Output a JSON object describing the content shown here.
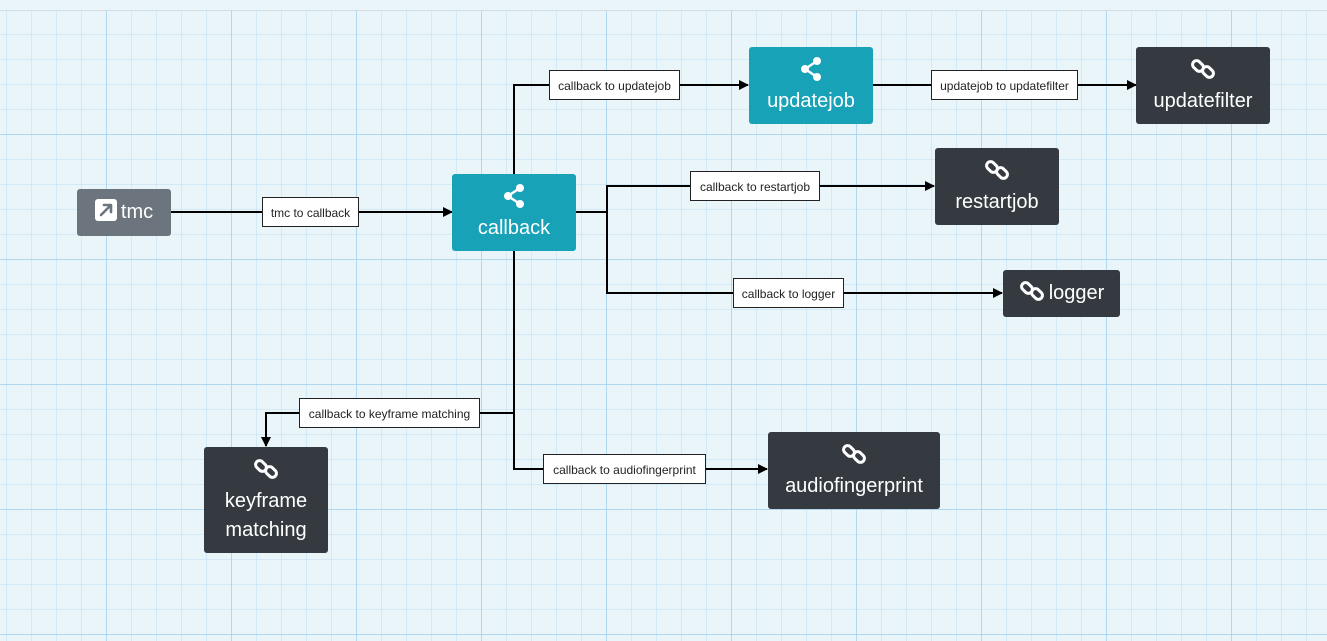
{
  "nodes": {
    "tmc": {
      "label": "tmc",
      "icon": "external-link-icon",
      "color": "#6c757d"
    },
    "callback": {
      "label": "callback",
      "icon": "share-icon",
      "color": "#17a2b8"
    },
    "updatejob": {
      "label": "updatejob",
      "icon": "share-icon",
      "color": "#17a2b8"
    },
    "updatefilter": {
      "label": "updatefilter",
      "icon": "link-icon",
      "color": "#343a40"
    },
    "restartjob": {
      "label": "restartjob",
      "icon": "link-icon",
      "color": "#343a40"
    },
    "logger": {
      "label": "logger",
      "icon": "link-icon",
      "color": "#343a40"
    },
    "keyframe_matching": {
      "label_line1": "keyframe",
      "label_line2": "matching",
      "icon": "link-icon",
      "color": "#343a40"
    },
    "audiofingerprint": {
      "label": "audiofingerprint",
      "icon": "link-icon",
      "color": "#343a40"
    }
  },
  "edges": {
    "tmc_to_callback": "tmc to callback",
    "callback_to_updatejob": "callback to updatejob",
    "updatejob_to_updatefilter": "updatejob to updatefilter",
    "callback_to_restartjob": "callback to restartjob",
    "callback_to_logger": "callback to logger",
    "callback_to_keyframe_matching": "callback to keyframe matching",
    "callback_to_audiofingerprint": "callback to audiofingerprint"
  }
}
